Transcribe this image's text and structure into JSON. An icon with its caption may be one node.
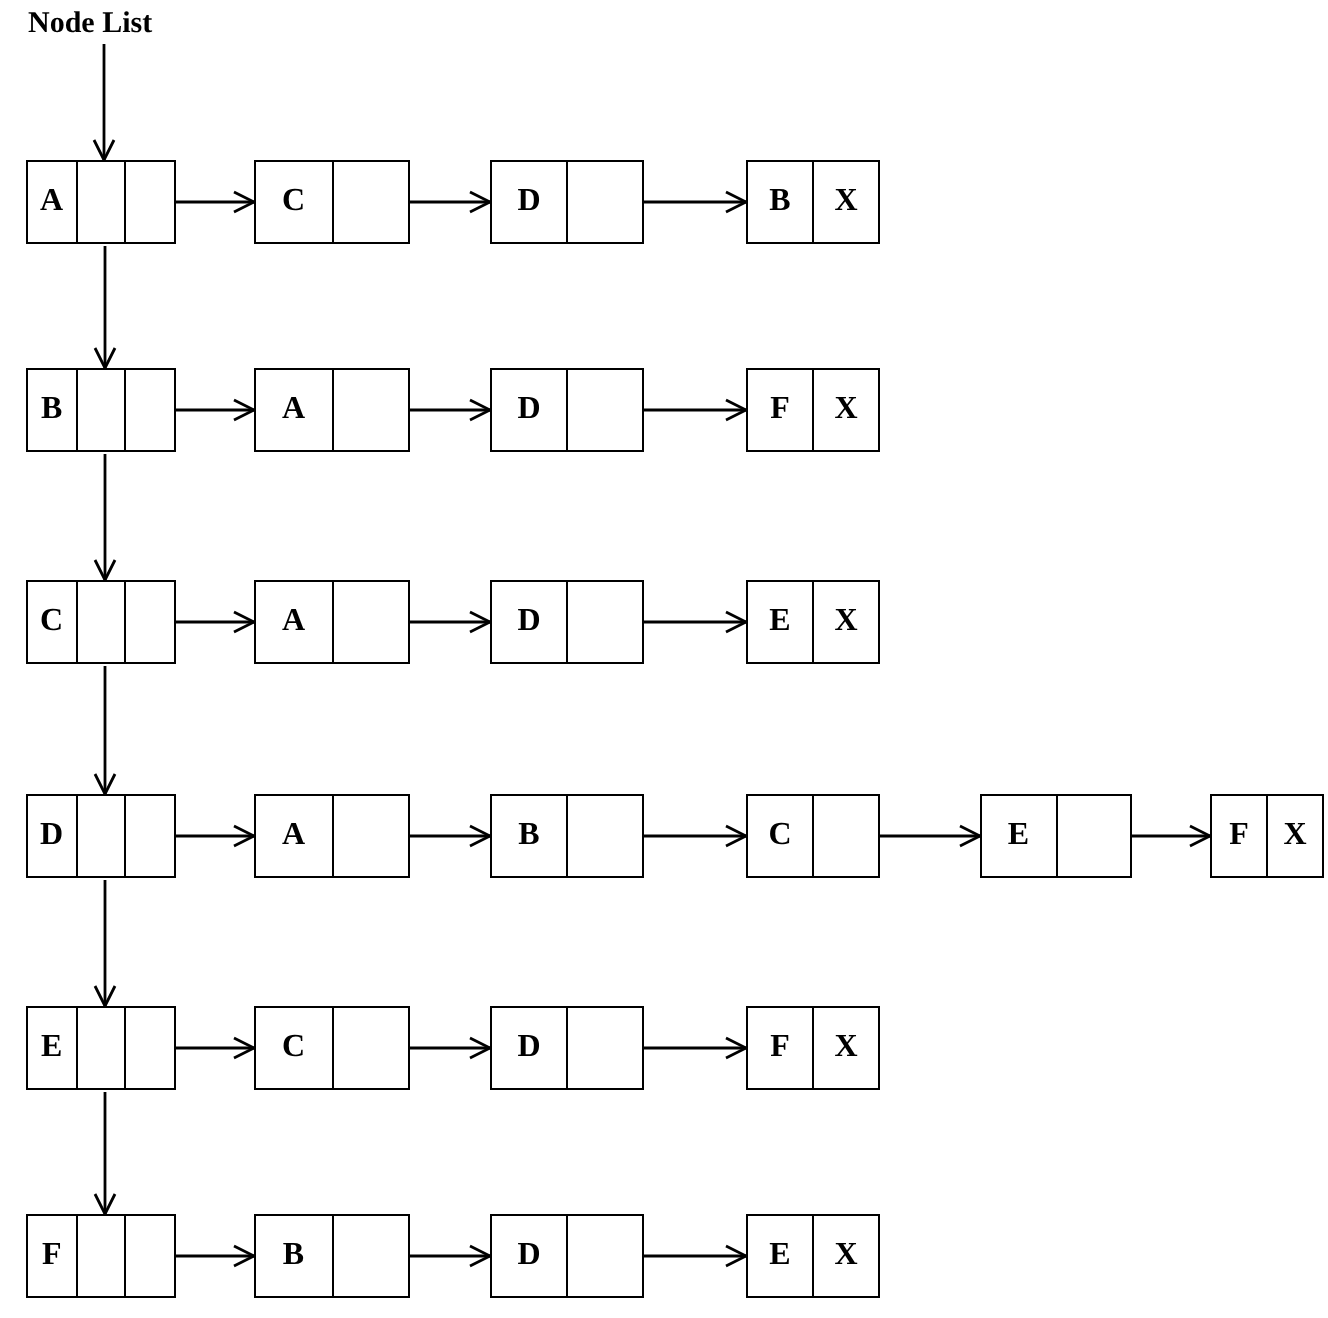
{
  "diagram": {
    "nodes": [
      {
        "text": [
          "Node List"
        ]
      },
      {
        "text": [
          "A"
        ]
      },
      {
        "text": [
          "C"
        ]
      },
      {
        "text": [
          "D"
        ]
      },
      {
        "text": [
          "B",
          "X"
        ]
      },
      {
        "text": [
          "B"
        ]
      },
      {
        "text": [
          "A"
        ]
      },
      {
        "text": [
          "D"
        ]
      },
      {
        "text": [
          "F",
          "X"
        ]
      },
      {
        "text": [
          "C"
        ]
      },
      {
        "text": [
          "A"
        ]
      },
      {
        "text": [
          "D"
        ]
      },
      {
        "text": [
          "E",
          "X"
        ]
      },
      {
        "text": [
          "D"
        ]
      },
      {
        "text": [
          "A"
        ]
      },
      {
        "text": [
          "B"
        ]
      },
      {
        "text": [
          "C"
        ]
      },
      {
        "text": [
          "E"
        ]
      },
      {
        "text": [
          "F",
          "X"
        ]
      },
      {
        "text": [
          "E"
        ]
      },
      {
        "text": [
          "C"
        ]
      },
      {
        "text": [
          "D"
        ]
      },
      {
        "text": [
          "F",
          "X"
        ]
      },
      {
        "text": [
          "F"
        ]
      },
      {
        "text": [
          "B"
        ]
      },
      {
        "text": [
          "D"
        ]
      },
      {
        "text": [
          "E",
          "X"
        ]
      }
    ],
    "edges": [
      {
        "from": 0,
        "to": 1,
        "arrow": "to"
      },
      {
        "from": 1,
        "to": 2,
        "arrow": "to"
      },
      {
        "from": 2,
        "to": 3,
        "arrow": "to"
      },
      {
        "from": 3,
        "to": 4,
        "arrow": "to"
      },
      {
        "from": 1,
        "to": 5,
        "arrow": "to"
      },
      {
        "from": 5,
        "to": 6,
        "arrow": "to"
      },
      {
        "from": 6,
        "to": 7,
        "arrow": "to"
      },
      {
        "from": 7,
        "to": 8,
        "arrow": "to"
      },
      {
        "from": 5,
        "to": 9,
        "arrow": "to"
      },
      {
        "from": 9,
        "to": 10,
        "arrow": "to"
      },
      {
        "from": 10,
        "to": 11,
        "arrow": "to"
      },
      {
        "from": 11,
        "to": 12,
        "arrow": "to"
      },
      {
        "from": 9,
        "to": 13,
        "arrow": "to"
      },
      {
        "from": 13,
        "to": 14,
        "arrow": "to"
      },
      {
        "from": 14,
        "to": 15,
        "arrow": "to"
      },
      {
        "from": 15,
        "to": 16,
        "arrow": "to"
      },
      {
        "from": 16,
        "to": 17,
        "arrow": "to"
      },
      {
        "from": 17,
        "to": 18,
        "arrow": "to"
      },
      {
        "from": 13,
        "to": 19,
        "arrow": "to"
      },
      {
        "from": 19,
        "to": 20,
        "arrow": "to"
      },
      {
        "from": 20,
        "to": 21,
        "arrow": "to"
      },
      {
        "from": 21,
        "to": 22,
        "arrow": "to"
      },
      {
        "from": 19,
        "to": 23,
        "arrow": "to"
      },
      {
        "from": 23,
        "to": 24,
        "arrow": "to"
      },
      {
        "from": 24,
        "to": 25,
        "arrow": "to"
      },
      {
        "from": 25,
        "to": 26,
        "arrow": "to"
      }
    ]
  }
}
